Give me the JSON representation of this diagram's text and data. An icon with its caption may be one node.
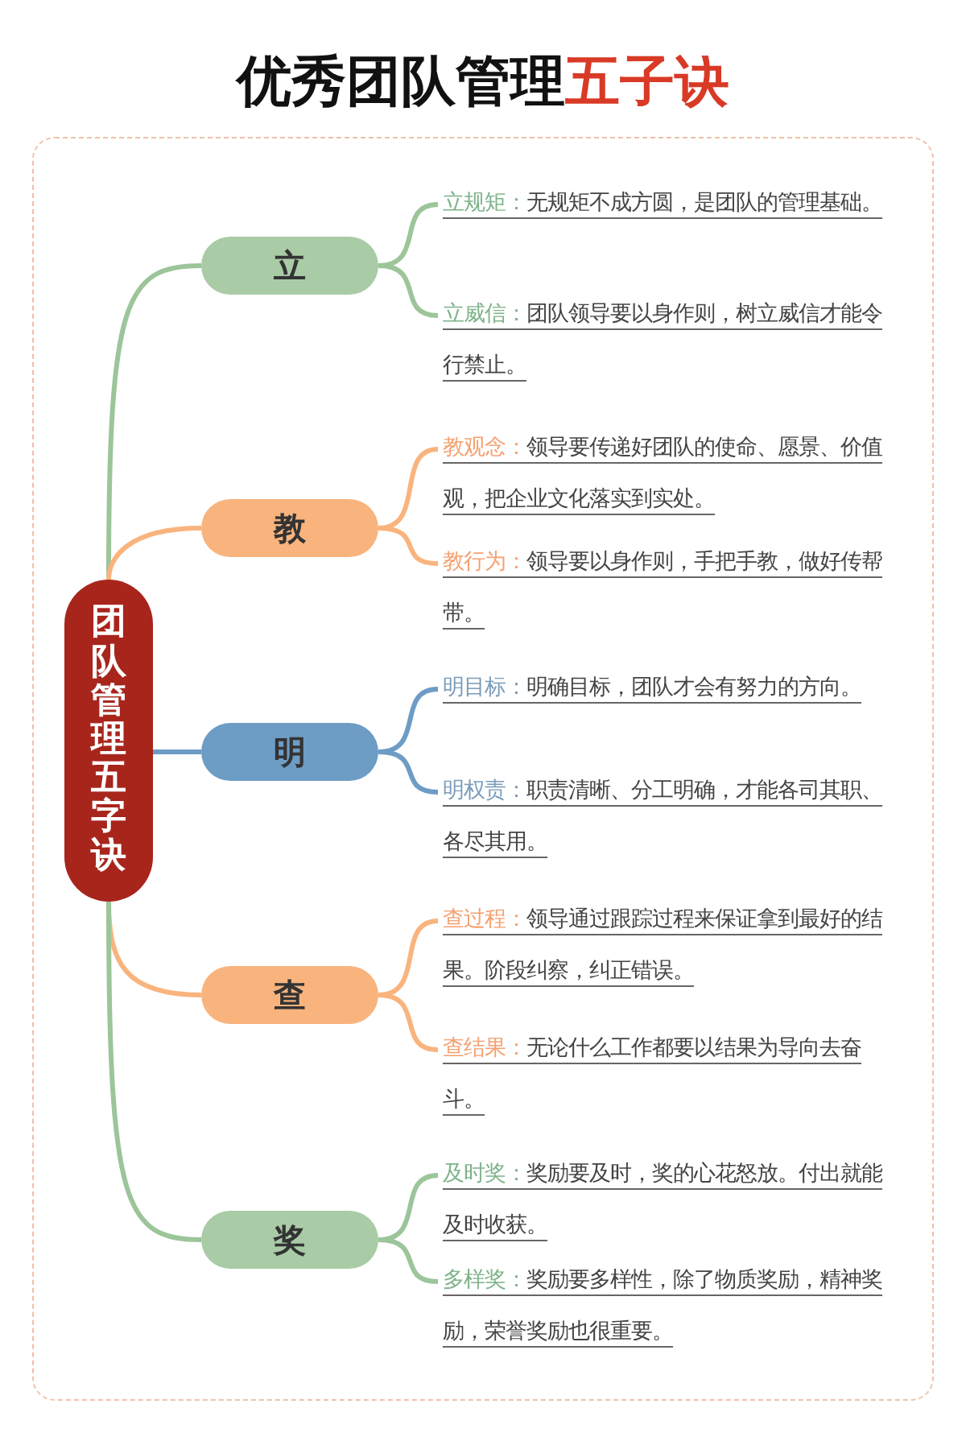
{
  "diagram": {
    "title": "优秀团队管理**五子诀**",
    "nodes": [
      {
        "text": [
          "团队管理五字诀"
        ]
      },
      {
        "text": [
          "立"
        ]
      },
      {
        "text": [
          "**立规矩：**无规矩不成方圆，是团队的管理基础。"
        ]
      },
      {
        "text": [
          "**立威信：**团队领导要以身作则，树立威信才能令行禁止。"
        ]
      },
      {
        "text": [
          "教"
        ]
      },
      {
        "text": [
          "**教观念：**领导要传递好团队的使命、愿景、价值观，把企业文化落实到实处。"
        ]
      },
      {
        "text": [
          "**教行为：**领导要以身作则，手把手教，做好传帮带。"
        ]
      },
      {
        "text": [
          "明"
        ]
      },
      {
        "text": [
          "**明目标：**明确目标，团队才会有努力的方向。"
        ]
      },
      {
        "text": [
          "**明权责：**职责清晰、分工明确，才能各司其职、各尽其用。"
        ]
      },
      {
        "text": [
          "查"
        ]
      },
      {
        "text": [
          "**查过程：**领导通过跟踪过程来保证拿到最好的结果。阶段纠察，纠正错误。"
        ]
      },
      {
        "text": [
          "**查结果：**无论什么工作都要以结果为导向去奋斗。"
        ]
      },
      {
        "text": [
          "奖"
        ]
      },
      {
        "text": [
          "**及时奖：**奖励要及时，奖的心花怒放。付出就能及时收获。"
        ]
      },
      {
        "text": [
          "**多样奖：**奖励要多样性，除了物质奖励，精神奖励，荣誉奖励也很重要。"
        ]
      }
    ],
    "edges": [
      {
        "from": 0,
        "to": 1,
        "arrow": "none",
        "color": "#9cc59a"
      },
      {
        "from": 0,
        "to": 4,
        "arrow": "none",
        "color": "#f9b47e"
      },
      {
        "from": 0,
        "to": 7,
        "arrow": "none",
        "color": "#6d9cc5"
      },
      {
        "from": 0,
        "to": 10,
        "arrow": "none",
        "color": "#f9b47e"
      },
      {
        "from": 0,
        "to": 13,
        "arrow": "none",
        "color": "#9cc59a"
      },
      {
        "from": 1,
        "to": 2,
        "arrow": "none",
        "color": "#9cc59a"
      },
      {
        "from": 1,
        "to": 3,
        "arrow": "none",
        "color": "#9cc59a"
      },
      {
        "from": 4,
        "to": 5,
        "arrow": "none",
        "color": "#f9b47e"
      },
      {
        "from": 4,
        "to": 6,
        "arrow": "none",
        "color": "#f9b47e"
      },
      {
        "from": 7,
        "to": 8,
        "arrow": "none",
        "color": "#6d9cc5"
      },
      {
        "from": 7,
        "to": 9,
        "arrow": "none",
        "color": "#6d9cc5"
      },
      {
        "from": 10,
        "to": 11,
        "arrow": "none",
        "color": "#f9b47e"
      },
      {
        "from": 10,
        "to": 12,
        "arrow": "none",
        "color": "#f9b47e"
      },
      {
        "from": 13,
        "to": 14,
        "arrow": "none",
        "color": "#9cc59a"
      },
      {
        "from": 13,
        "to": 15,
        "arrow": "none",
        "color": "#9cc59a"
      }
    ]
  }
}
